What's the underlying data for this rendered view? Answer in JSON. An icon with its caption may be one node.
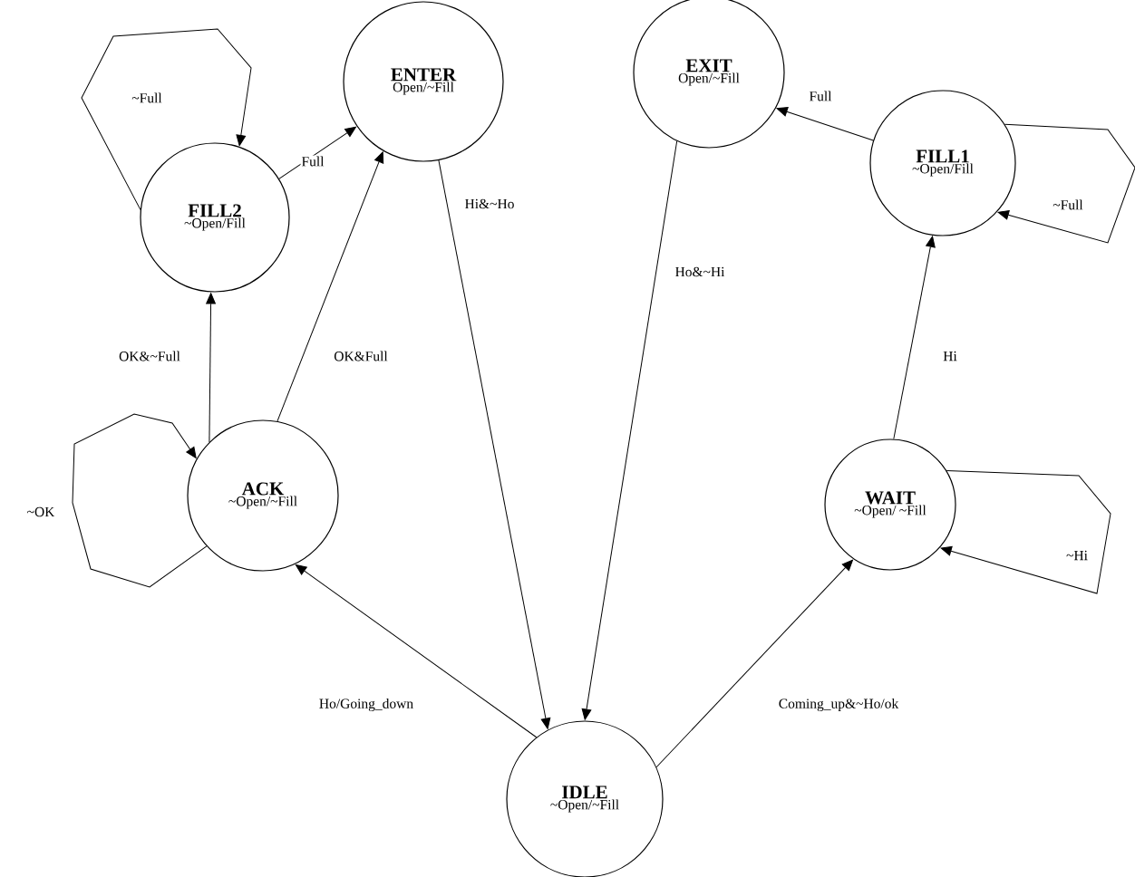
{
  "diagram": {
    "nodes": [
      {
        "text": [
          "ENTER",
          "Open/~Fill"
        ]
      },
      {
        "text": [
          "EXIT",
          "Open/~Fill"
        ]
      },
      {
        "text": [
          "FILL1",
          "~Open/Fill"
        ]
      },
      {
        "text": [
          "FILL2",
          "~Open/Fill"
        ]
      },
      {
        "text": [
          "ACK",
          "~Open/~Fill"
        ]
      },
      {
        "text": [
          "WAIT",
          "~Open/ ~Fill"
        ]
      },
      {
        "text": [
          "IDLE",
          "~Open/~Fill"
        ]
      }
    ],
    "edges": [
      {
        "from": 3,
        "to": 0,
        "arrow": "to",
        "label": "Full"
      },
      {
        "from": 3,
        "to": 3,
        "arrow": "to",
        "label": "~Full"
      },
      {
        "from": 4,
        "to": 3,
        "arrow": "to",
        "label": "OK&~Full"
      },
      {
        "from": 4,
        "to": 0,
        "arrow": "to",
        "label": "OK&Full"
      },
      {
        "from": 4,
        "to": 4,
        "arrow": "to",
        "label": "~OK"
      },
      {
        "from": 0,
        "to": 6,
        "arrow": "to",
        "label": "Hi&~Ho"
      },
      {
        "from": 1,
        "to": 6,
        "arrow": "to",
        "label": "Ho&~Hi"
      },
      {
        "from": 2,
        "to": 1,
        "arrow": "to",
        "label": "Full"
      },
      {
        "from": 2,
        "to": 2,
        "arrow": "to",
        "label": "~Full"
      },
      {
        "from": 5,
        "to": 2,
        "arrow": "to",
        "label": "Hi"
      },
      {
        "from": 5,
        "to": 5,
        "arrow": "to",
        "label": "~Hi"
      },
      {
        "from": 6,
        "to": 4,
        "arrow": "to",
        "label": "Ho/Going_down"
      },
      {
        "from": 6,
        "to": 5,
        "arrow": "to",
        "label": "Coming_up&~Ho/ok"
      }
    ]
  }
}
